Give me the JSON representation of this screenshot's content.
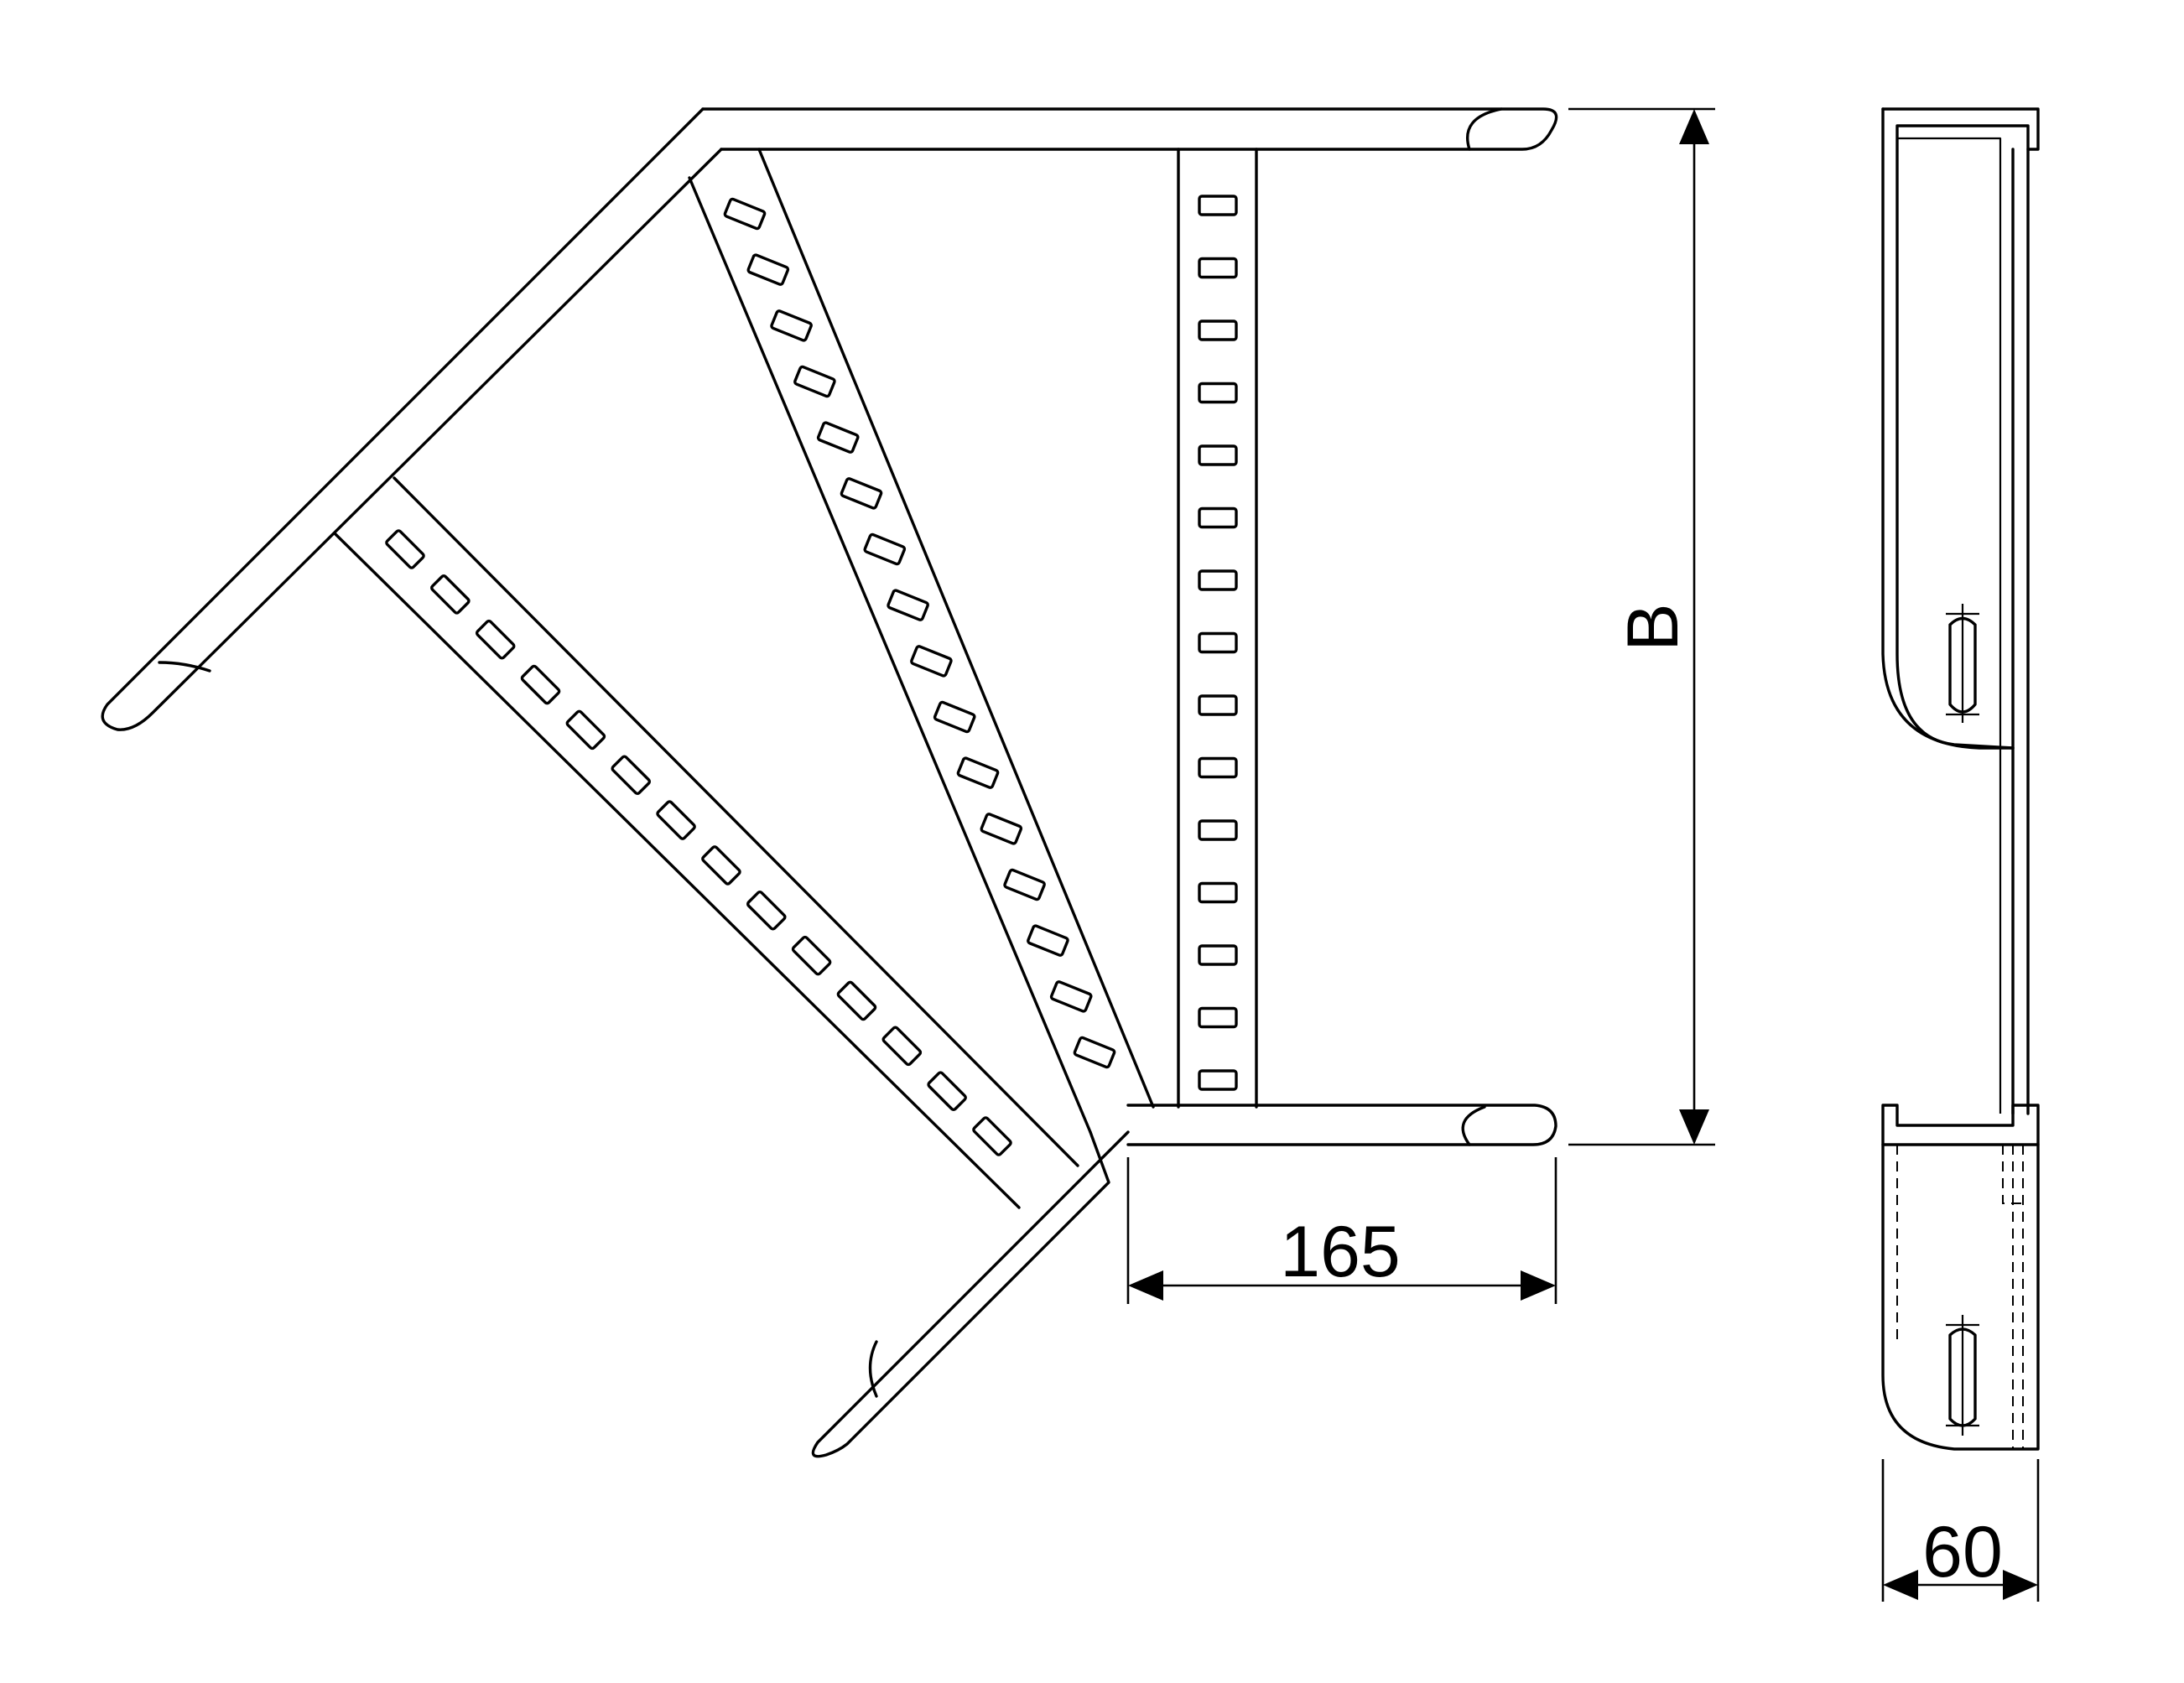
{
  "dimensions": {
    "height_label": "B",
    "length_label": "165",
    "width_label": "60"
  },
  "colors": {
    "stroke": "#000000",
    "background": "#ffffff"
  }
}
